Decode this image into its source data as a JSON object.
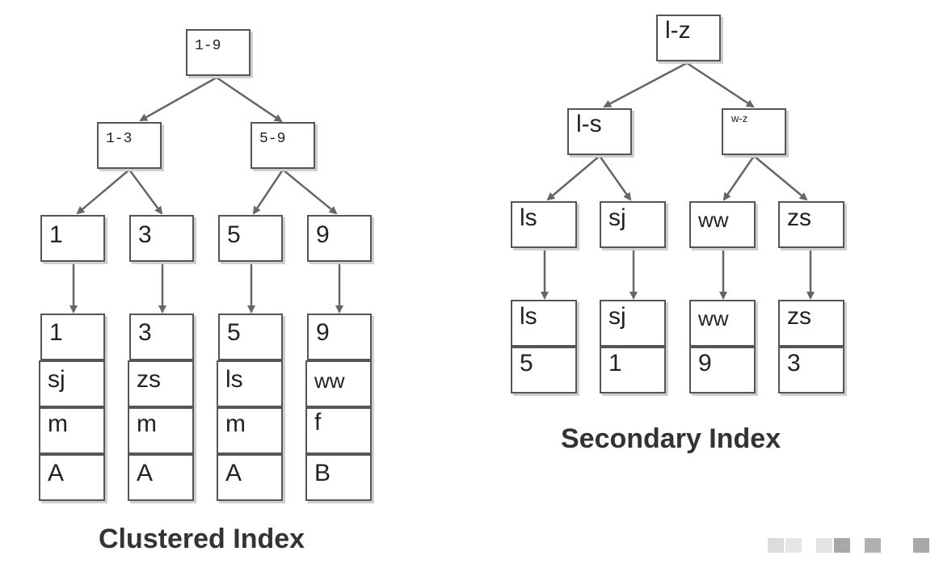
{
  "clustered": {
    "caption": "Clustered Index",
    "root": "1-9",
    "left": "1-3",
    "right": "5-9",
    "leaves": [
      "1",
      "3",
      "5",
      "9"
    ],
    "records": [
      [
        "1",
        "sj",
        "m",
        "A"
      ],
      [
        "3",
        "zs",
        "m",
        "A"
      ],
      [
        "5",
        "ls",
        "m",
        "A"
      ],
      [
        "9",
        "ww",
        "f",
        "B"
      ]
    ]
  },
  "secondary": {
    "caption": "Secondary Index",
    "root": "l-z",
    "left": "l-s",
    "right": "w-z",
    "leaves": [
      "ls",
      "sj",
      "ww",
      "zs"
    ],
    "records": [
      [
        "ls",
        "5"
      ],
      [
        "sj",
        "1"
      ],
      [
        "ww",
        "9"
      ],
      [
        "zs",
        "3"
      ]
    ]
  },
  "colors": {
    "border": "#555555",
    "arrow": "#666666",
    "shadow": "#cfcfcf",
    "pager_light": "#dcdcdc",
    "pager_dark": "#a8a8a8"
  }
}
